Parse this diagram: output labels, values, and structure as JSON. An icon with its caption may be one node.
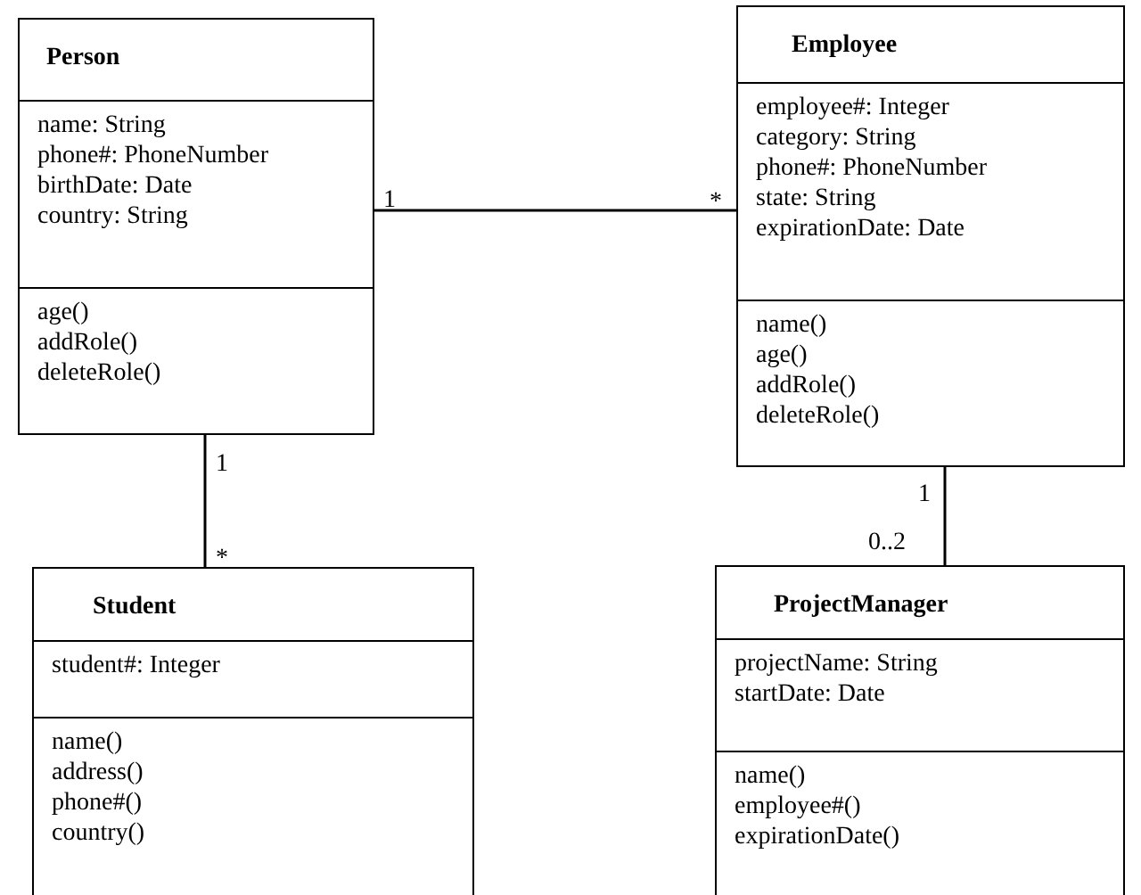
{
  "diagram": {
    "nodes": [
      {
        "text": [
          "Person"
        ]
      },
      {
        "text": [
          "name: String",
          "phone#: PhoneNumber",
          "birthDate: Date",
          "country: String"
        ],
        "in": 0
      },
      {
        "text": [
          "age()",
          "addRole()",
          "deleteRole()"
        ],
        "in": 0
      },
      {
        "text": [
          "Employee"
        ]
      },
      {
        "text": [
          "employee#: Integer",
          "category: String",
          "phone#: PhoneNumber",
          "state: String",
          "expirationDate: Date"
        ],
        "in": 3
      },
      {
        "text": [
          "name()",
          "age()",
          "addRole()",
          "deleteRole()"
        ],
        "in": 3
      },
      {
        "text": [
          "Student"
        ]
      },
      {
        "text": [
          "student#: Integer"
        ],
        "in": 6
      },
      {
        "text": [
          "name()",
          "address()",
          "phone#()",
          "country()"
        ],
        "in": 6
      },
      {
        "text": [
          "ProjectManager"
        ]
      },
      {
        "text": [
          "projectName: String",
          "startDate: Date"
        ],
        "in": 9
      },
      {
        "text": [
          "name()",
          "employee#()",
          "expirationDate()"
        ],
        "in": 9
      }
    ],
    "edges": [
      {
        "from": 0,
        "to": 3,
        "arrow": "none"
      },
      {
        "from": 0,
        "to": 6,
        "arrow": "none"
      },
      {
        "from": 3,
        "to": 9,
        "arrow": "none"
      }
    ],
    "labels": [
      "1",
      "*",
      "1",
      "*",
      "1",
      "0..2"
    ]
  }
}
